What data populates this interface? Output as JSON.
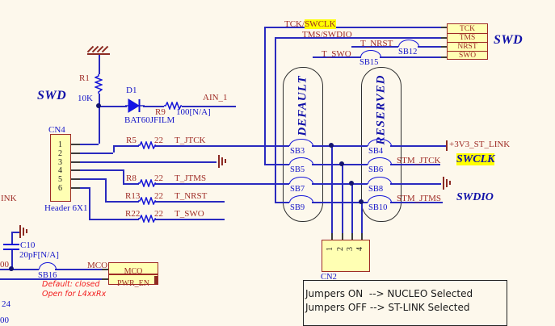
{
  "colors": {
    "wire": "#2A2ABF",
    "component": "#1414D8",
    "maroon": "#9E2B25",
    "blue": "#1414C8",
    "yellow_fill": "#FFFFB3",
    "highlight": "#FFFF00",
    "annotation_red": "#F21D1D",
    "background": "#FDF8EC"
  },
  "titles": {
    "swd_left": "SWD",
    "swd_right": "SWD",
    "swclk": "SWCLK",
    "swdio": "SWDIO"
  },
  "top": {
    "tck_prefix": "TCK/",
    "tck_highlight": "SWCLK",
    "tms": "TMS/SWDIO",
    "t_nrst": "T_NRST",
    "sb12": "SB12",
    "t_swo": "T_SWO",
    "sb15": "SB15"
  },
  "swd_connector": {
    "pins": [
      "TCK",
      "TMS",
      "NRST",
      "SWO"
    ]
  },
  "pullup": {
    "ref": "R1",
    "value": "10K"
  },
  "diode": {
    "ref": "D1",
    "part": "BAT60JFILM"
  },
  "r9": {
    "ref": "R9",
    "value": "100[N/A]",
    "net": "AIN_1"
  },
  "cn4": {
    "ref": "CN4",
    "pins": [
      "1",
      "2",
      "3",
      "4",
      "5",
      "6"
    ],
    "name": "Header 6X1"
  },
  "series_resistors": [
    {
      "ref": "R5",
      "value": "22",
      "net": "T_JTCK"
    },
    {
      "ref": "R8",
      "value": "22",
      "net": "T_JTMS"
    },
    {
      "ref": "R13",
      "value": "22",
      "net": "T_NRST"
    },
    {
      "ref": "R22",
      "value": "22",
      "net": "T_SWO"
    }
  ],
  "ovals": {
    "default": {
      "label": "DEFAULT",
      "sbs": [
        "SB3",
        "SB5",
        "SB7",
        "SB9"
      ]
    },
    "reserved": {
      "label": "RESERVED",
      "sbs": [
        "SB4",
        "SB6",
        "SB8",
        "SB10"
      ]
    }
  },
  "right_nets": {
    "power": "+3V3_ST_LINK",
    "stm_jtck": "STM_JTCK",
    "stm_jtms": "STM_JTMS"
  },
  "cn2": {
    "ref": "CN2",
    "pins": [
      "1",
      "2",
      "3",
      "4"
    ]
  },
  "note_box": {
    "line1": "Jumpers ON  --> NUCLEO Selected",
    "line2": "Jumpers OFF --> ST-LINK Selected"
  },
  "bottom_left": {
    "partial_link": "INK",
    "c10": "C10",
    "c10_value": "20pF[N/A]",
    "partial_net": "00",
    "sb16": "SB16",
    "mco_net": "MCO",
    "mco_port": "MCO",
    "pwr_port": "PWR_EN",
    "default_note": "Default: closed",
    "open_note": "Open for L4xxRx",
    "partial_24": "24",
    "partial_00": "00"
  }
}
